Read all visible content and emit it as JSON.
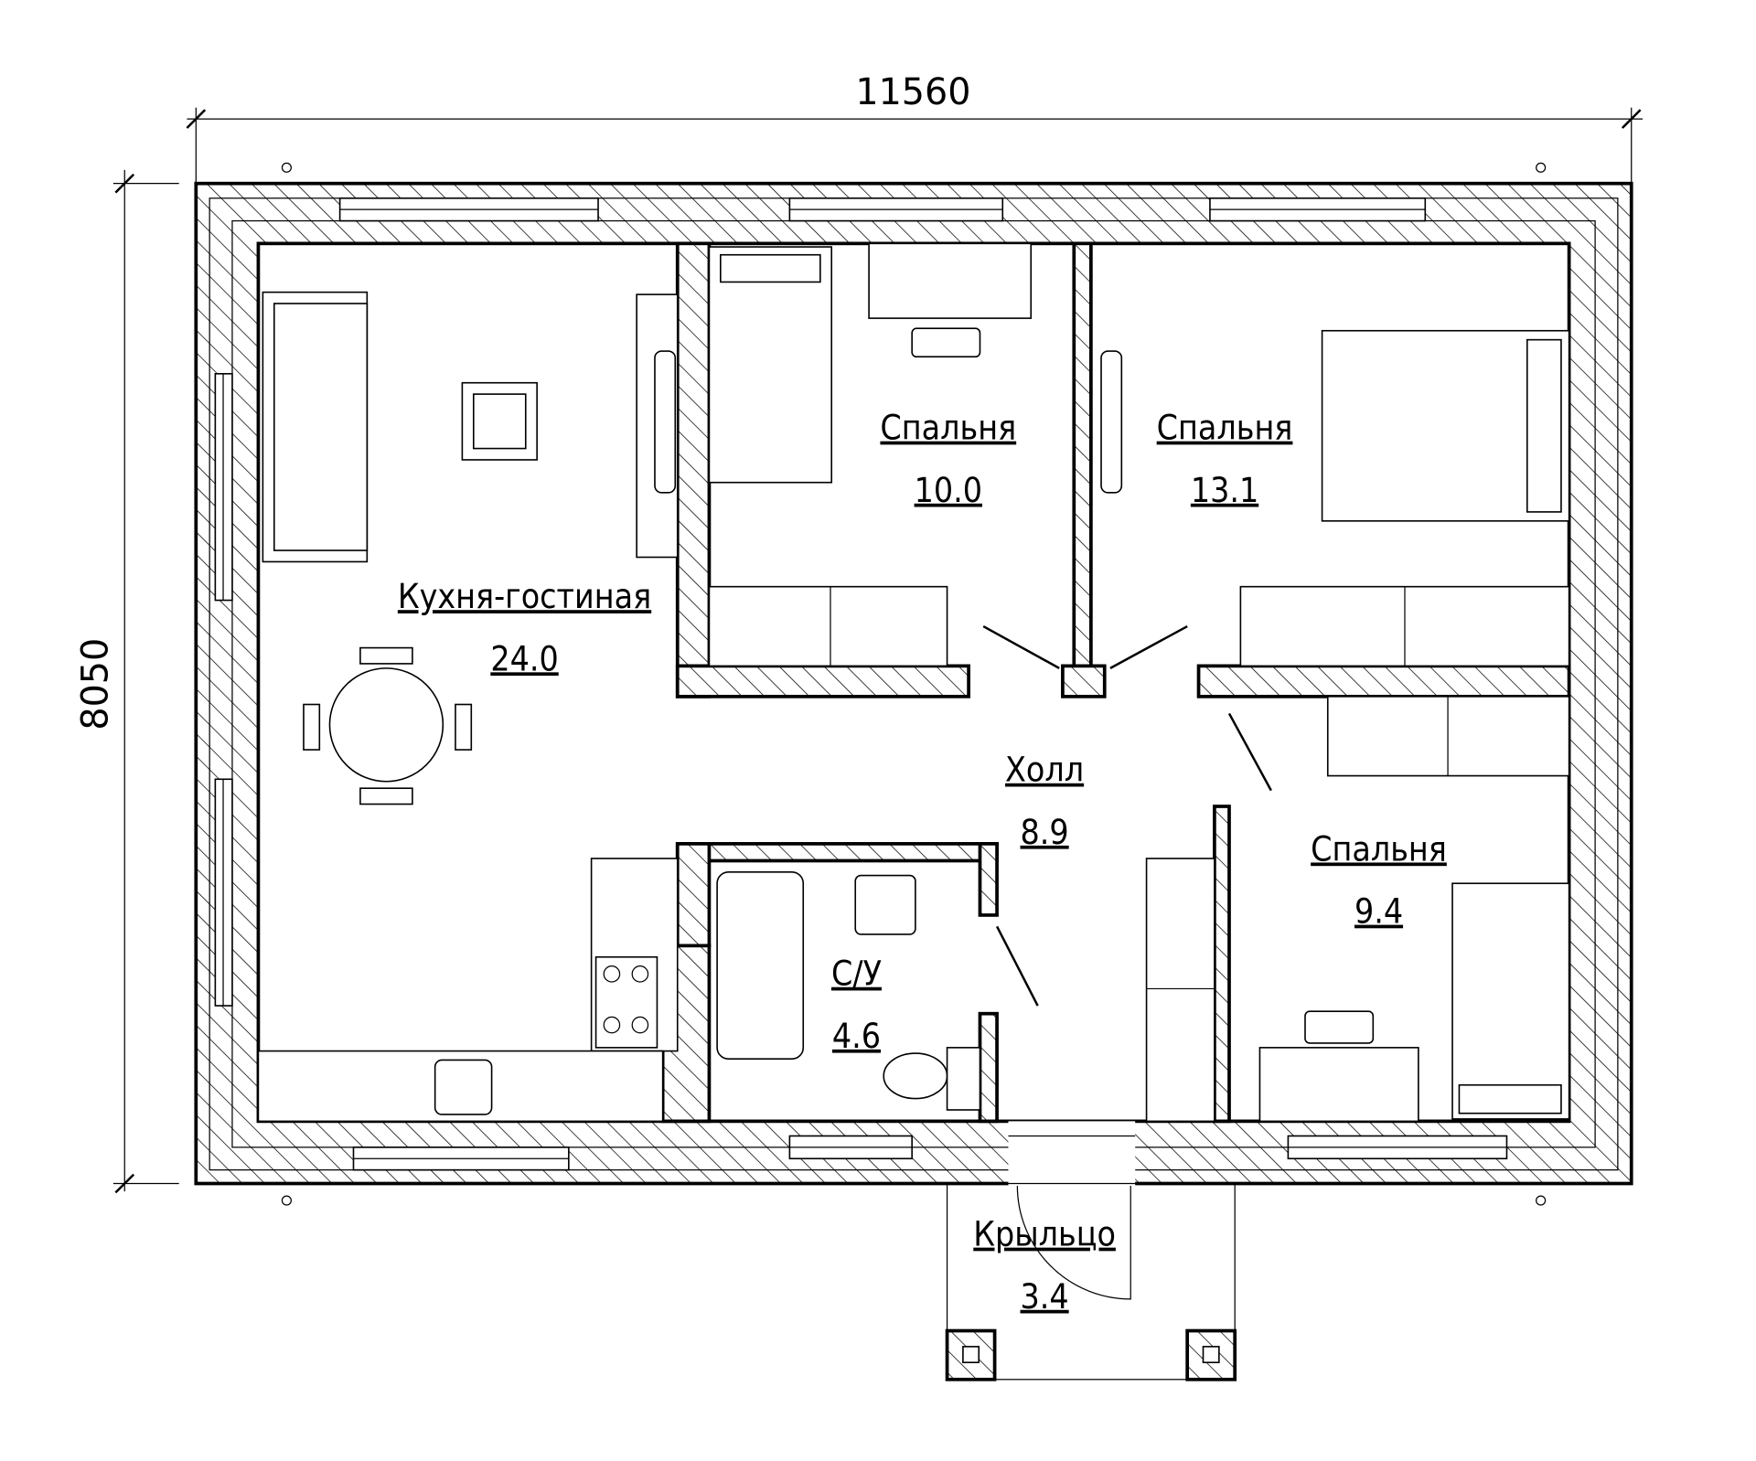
{
  "dimensions": {
    "width": "11560",
    "height": "8050"
  },
  "rooms": {
    "kitchen_living": {
      "name": "Кухня-гостиная",
      "area": "24.0"
    },
    "bedroom_1": {
      "name": "Спальня",
      "area": "10.0"
    },
    "bedroom_2": {
      "name": "Спальня",
      "area": "13.1"
    },
    "bedroom_3": {
      "name": "Спальня",
      "area": "9.4"
    },
    "hall": {
      "name": "Холл",
      "area": "8.9"
    },
    "bathroom": {
      "name": "С/У",
      "area": "4.6"
    },
    "porch": {
      "name": "Крыльцо",
      "area": "3.4"
    }
  },
  "colors": {
    "line": "#000000",
    "background": "#ffffff"
  }
}
